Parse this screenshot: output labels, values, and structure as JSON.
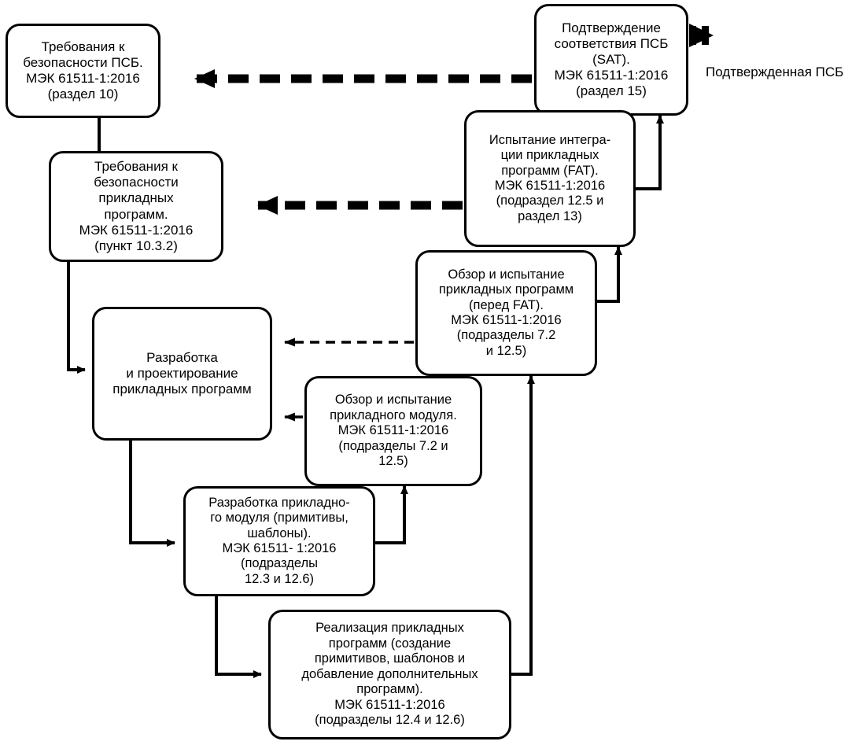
{
  "diagram": {
    "title_text": "",
    "colors": {
      "stroke": "#000000",
      "fill": "#ffffff",
      "text": "#000000"
    },
    "output_label": "Подтвержденная ПСБ",
    "nodes": [
      {
        "id": "psb-safety-requirements",
        "name": "psb-safety-requirements-box",
        "text": "Требования к\nбезопасности ПСБ.\nМЭК 61511-1:2016\n(раздел 10)"
      },
      {
        "id": "sat-validation",
        "name": "sat-validation-box",
        "text": "Подтверждение\nсоответствия ПСБ\n(SAT).\nМЭК 61511-1:2016\n(раздел 15)"
      },
      {
        "id": "app-safety-requirements",
        "name": "application-safety-requirements-box",
        "text": "Требования к\nбезопасности\nприкладных\nпрограмм.\nМЭК 61511-1:2016\n(пункт 10.3.2)"
      },
      {
        "id": "fat-integration",
        "name": "fat-integration-test-box",
        "text": "Испытание интегра-\nции прикладных\nпрограмм (FAT).\nМЭК 61511-1:2016\n(подраздел 12.5 и\nраздел 13)"
      },
      {
        "id": "review-apps-before-fat",
        "name": "review-applications-before-fat-box",
        "text": "Обзор и испытание\nприкладных программ\n(перед FAT).\nМЭК 61511-1:2016\n(подразделы 7.2\nи 12.5)"
      },
      {
        "id": "app-design",
        "name": "application-design-box",
        "text": "Разработка\nи проектирование\nприкладных программ"
      },
      {
        "id": "review-module",
        "name": "review-application-module-box",
        "text": "Обзор и испытание\nприкладного модуля.\nМЭК 61511-1:2016\n(подразделы 7.2 и\n12.5)"
      },
      {
        "id": "module-development",
        "name": "application-module-development-box",
        "text": "Разработка прикладно-\nго модуля (примитивы,\nшаблоны).\nМЭК 61511- 1:2016\n(подразделы\n12.3 и 12.6)"
      },
      {
        "id": "app-implementation",
        "name": "application-implementation-box",
        "text": "Реализация прикладных\nпрограмм (создание\nпримитивов, шаблонов и\nдобавление дополнительных\nпрограмм).\nМЭК 61511-1:2016\n(подразделы 12.4 и 12.6)"
      }
    ],
    "edges": [
      {
        "name": "edge-sat-to-psb-requirements",
        "style": "thick-dashed",
        "label": ""
      },
      {
        "name": "edge-fat-to-app-requirements",
        "style": "thick-dashed",
        "label": ""
      },
      {
        "name": "edge-review-apps-to-app-design",
        "style": "thin-dashed",
        "label": ""
      },
      {
        "name": "edge-review-module-to-app-design",
        "style": "thin-dashed",
        "label": ""
      },
      {
        "name": "edge-psb-requirements-to-app-requirements",
        "style": "solid",
        "label": ""
      },
      {
        "name": "edge-app-requirements-to-app-design",
        "style": "solid",
        "label": ""
      },
      {
        "name": "edge-app-design-to-module-development",
        "style": "solid",
        "label": ""
      },
      {
        "name": "edge-module-development-to-app-implementation",
        "style": "solid",
        "label": ""
      },
      {
        "name": "edge-module-development-to-review-module",
        "style": "solid",
        "label": ""
      },
      {
        "name": "edge-app-implementation-to-review-apps",
        "style": "solid",
        "label": ""
      },
      {
        "name": "edge-review-apps-to-fat",
        "style": "solid",
        "label": ""
      },
      {
        "name": "edge-fat-to-sat",
        "style": "solid",
        "label": ""
      },
      {
        "name": "edge-sat-to-validated-psb",
        "style": "thick-dashed-arrow",
        "label": "Подтвержденная ПСБ"
      }
    ]
  }
}
